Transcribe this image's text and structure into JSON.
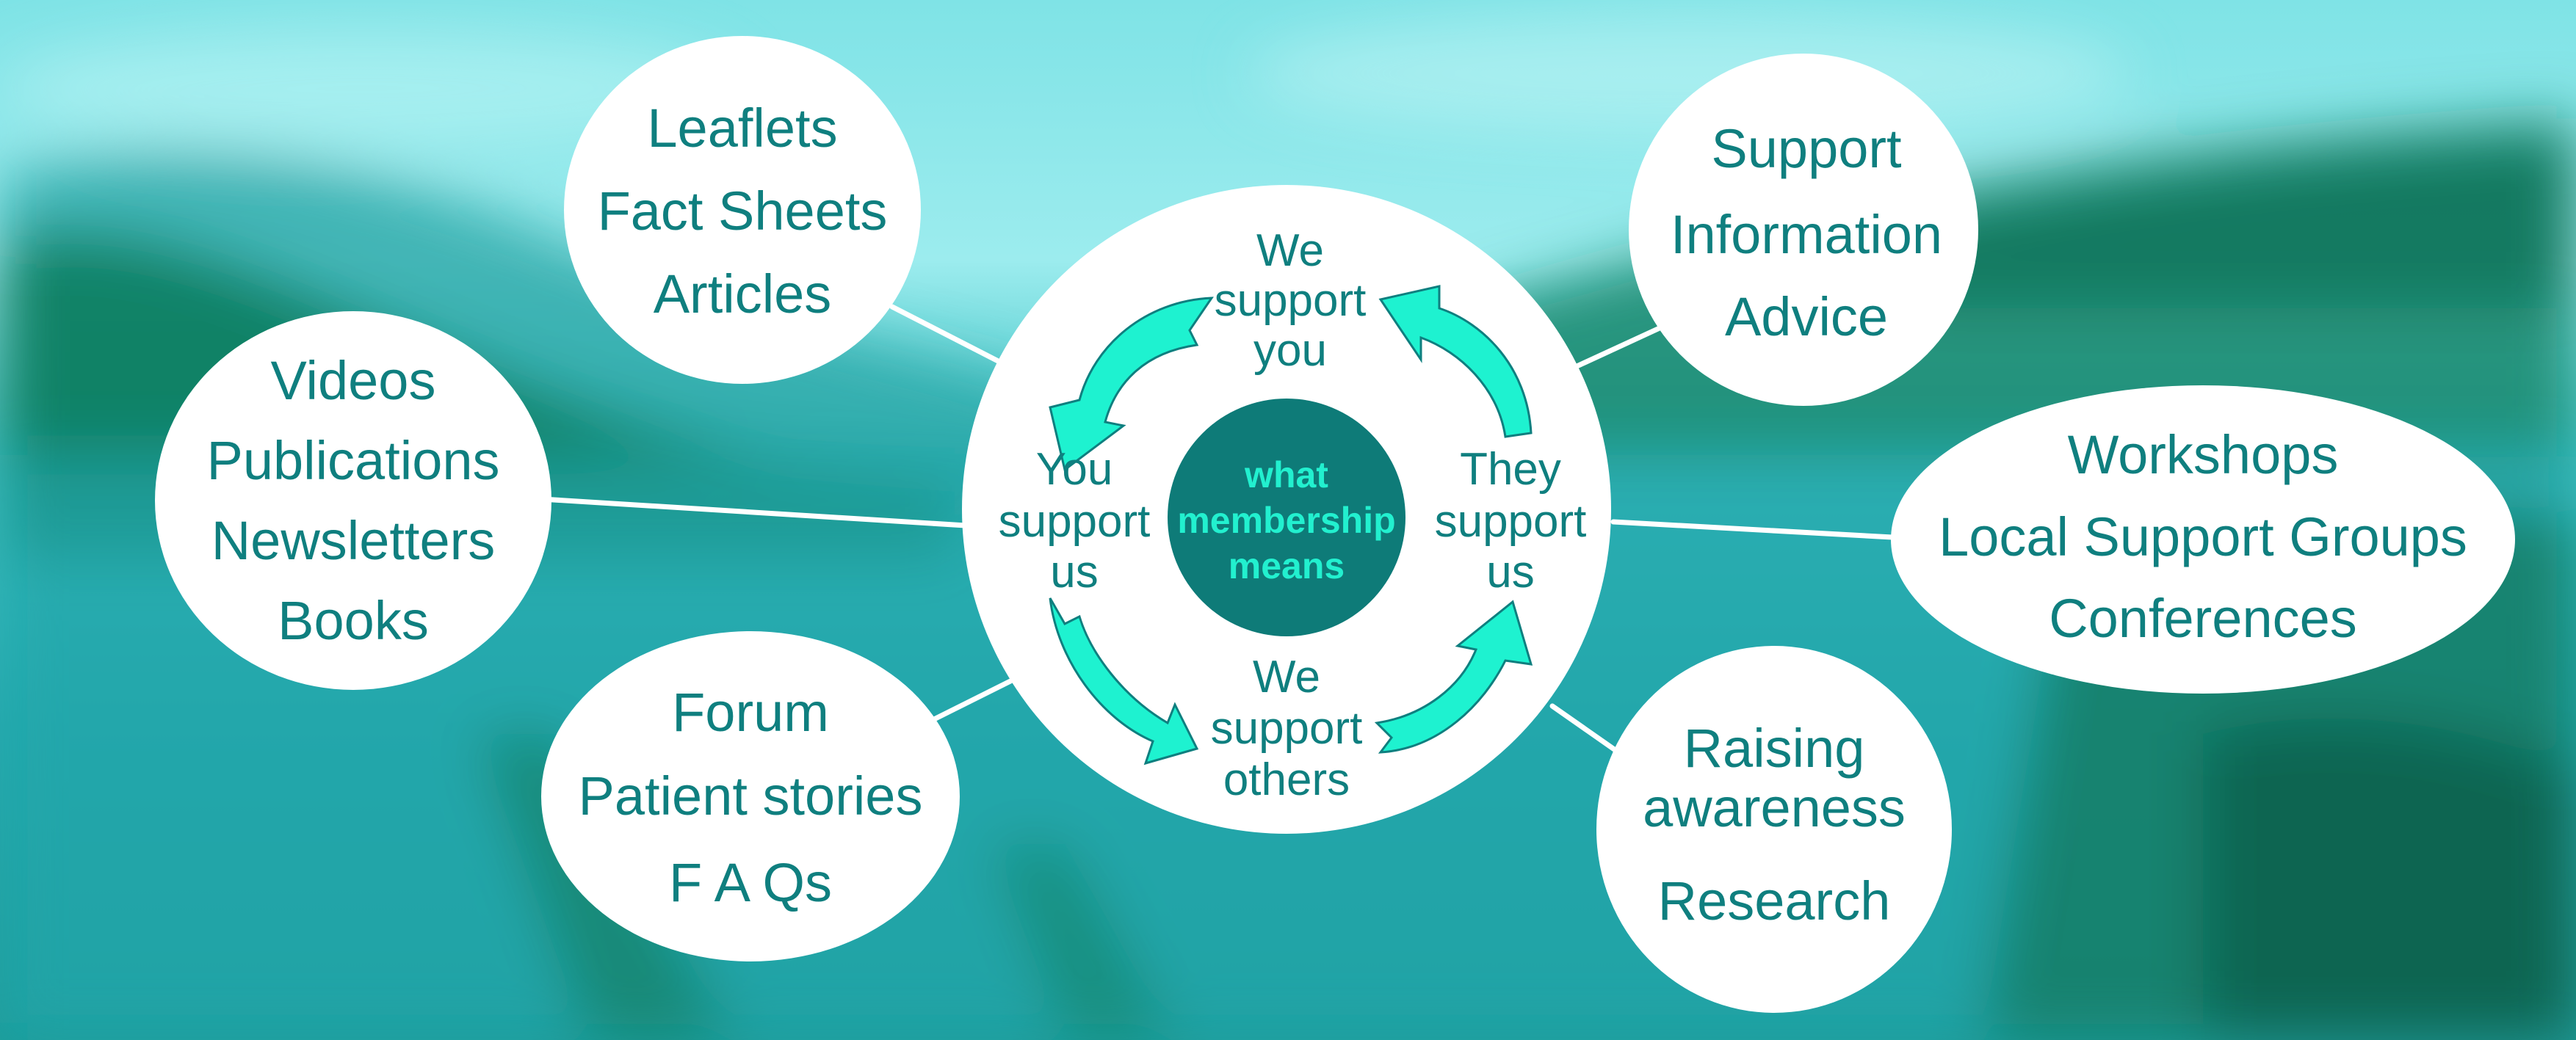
{
  "diagram": {
    "center": {
      "title_lines": [
        "what",
        "membership",
        "means"
      ],
      "cycle": [
        {
          "id": "top",
          "lines": [
            "We",
            "support",
            "you"
          ]
        },
        {
          "id": "left",
          "lines": [
            "You",
            "support",
            "us"
          ]
        },
        {
          "id": "right",
          "lines": [
            "They",
            "support",
            "us"
          ]
        },
        {
          "id": "bottom",
          "lines": [
            "We",
            "support",
            "others"
          ]
        }
      ]
    },
    "bubbles": [
      {
        "id": "leaflets",
        "lines": [
          "Leaflets",
          "Fact Sheets",
          "Articles"
        ]
      },
      {
        "id": "videos",
        "lines": [
          "Videos",
          "Publications",
          "Newsletters",
          "Books"
        ]
      },
      {
        "id": "forum",
        "lines": [
          "Forum",
          "Patient stories",
          "F A Qs"
        ]
      },
      {
        "id": "support",
        "lines": [
          "Support",
          "Information",
          "Advice"
        ]
      },
      {
        "id": "workshops",
        "lines": [
          "Workshops",
          "Local Support Groups",
          "Conferences"
        ]
      },
      {
        "id": "raising",
        "lines": [
          "Raising",
          "awareness",
          "Research"
        ]
      }
    ],
    "colors": {
      "text": "#0f7f7f",
      "core_fill": "#0e7b78",
      "core_text": "#22f0cf",
      "arrow_fill": "#1ef2d0",
      "arrow_stroke": "#0f7f7f",
      "bubble_fill": "#ffffff",
      "connector": "#ffffff"
    }
  }
}
